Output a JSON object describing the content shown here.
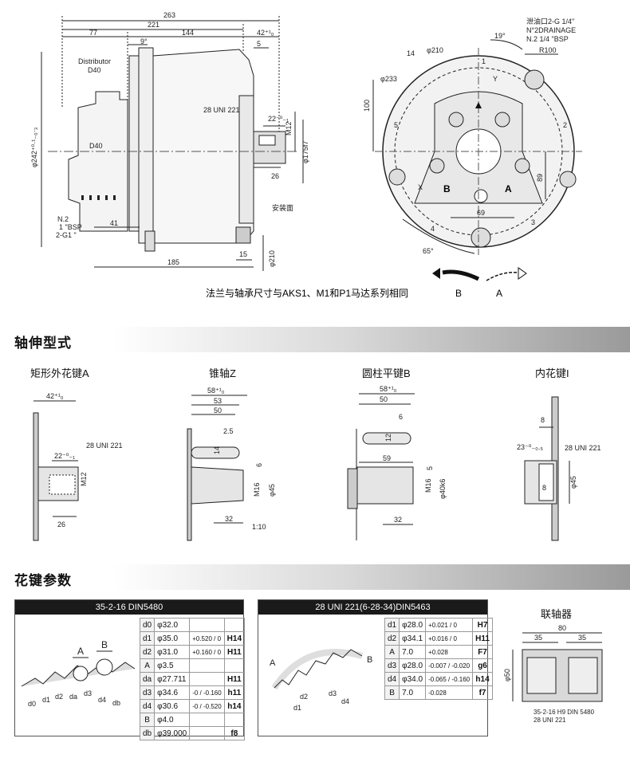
{
  "top_drawing": {
    "dims": {
      "d263": "263",
      "d221": "221",
      "d77": "77",
      "d144": "144",
      "d9": "9°",
      "d42": "42⁺¹₀",
      "d5": "5",
      "distributor": "Distributor",
      "d40a": "D40",
      "uni": "28 UNI 221",
      "d22": "22⁻⁰₋₁",
      "m12": "M12",
      "d26": "26",
      "phi175": "φ175f7",
      "phi242": "φ242⁺⁰·¹₋₀·₃",
      "d40b": "D40",
      "n2": "N.2",
      "bsp1": "1 \"BSP",
      "g1": "2-G1 \"",
      "d41": "41",
      "mount_face": "安装面",
      "d15": "15",
      "d185": "185",
      "phi210v": "φ210"
    },
    "right": {
      "drain1": "泄油口2-G 1/4\"",
      "drain2": "N°2DRAINAGE",
      "drain3": "N.2 1/4 \"BSP",
      "r100": "R100",
      "ang19": "19°",
      "d14": "14",
      "phi210": "φ210",
      "phi233": "φ233",
      "d100": "100",
      "d89": "89",
      "d69": "69",
      "ang65": "65°",
      "n1": "1",
      "n2": "2",
      "n3": "3",
      "n4": "4",
      "n5": "5",
      "x": "X",
      "y": "Y",
      "portB": "B",
      "portA": "A"
    },
    "arrowB": "B",
    "arrowA": "A",
    "caption": "法兰与轴承尺寸与AKS1、M1和P1马达系列相同"
  },
  "shaft_section": {
    "title": "轴伸型式",
    "types": [
      {
        "label": "矩形外花键A"
      },
      {
        "label": "锥轴Z"
      },
      {
        "label": "圆柱平键B"
      },
      {
        "label": "内花键I"
      }
    ],
    "a": {
      "d42": "42⁺¹₀",
      "uni": "28 UNI 221",
      "d22": "22⁻⁰₋₁",
      "m12": "M12",
      "d26": "26"
    },
    "z": {
      "d58": "58⁺¹₀",
      "d53": "53",
      "d50": "50",
      "d25": "2.5",
      "d14": "14",
      "d6": "6",
      "m16": "M16",
      "phi45": "φ45",
      "d32": "32",
      "taper": "1:10"
    },
    "b": {
      "d58": "58⁺¹₀",
      "d50": "50",
      "d6": "6",
      "d12": "12",
      "d59": "59",
      "d5": "5",
      "m16": "M16",
      "phi40": "φ40k6",
      "d32": "32"
    },
    "i": {
      "d8": "8",
      "d23": "23⁻⁰₋₀.₅",
      "uni": "28 UNI 221",
      "d8b": "8",
      "phi45": "φ45"
    }
  },
  "spline_section": {
    "title": "花键参数",
    "din5480": {
      "header": "35-2-16  DIN5480",
      "rows": [
        {
          "k": "d0",
          "v": "φ32.0",
          "t": "",
          "g": ""
        },
        {
          "k": "d1",
          "v": "φ35.0",
          "t": "+0.520 / 0",
          "g": "H14"
        },
        {
          "k": "d2",
          "v": "φ31.0",
          "t": "+0.160 / 0",
          "g": "H11"
        },
        {
          "k": "A",
          "v": "φ3.5",
          "t": "",
          "g": ""
        },
        {
          "k": "da",
          "v": "φ27.711",
          "t": "",
          "g": "H11"
        },
        {
          "k": "d3",
          "v": "φ34.6",
          "t": "-0 / -0.160",
          "g": "h11"
        },
        {
          "k": "d4",
          "v": "φ30.6",
          "t": "-0 / -0.520",
          "g": "h14"
        },
        {
          "k": "B",
          "v": "φ4.0",
          "t": "",
          "g": ""
        },
        {
          "k": "db",
          "v": "φ39.000",
          "t": "",
          "g": "f8"
        }
      ],
      "fig": {
        "A": "A",
        "B": "B",
        "d0": "d0",
        "d1": "d1",
        "d2": "d2",
        "da": "da",
        "d3": "d3",
        "d4": "d4",
        "db": "db"
      }
    },
    "uni221": {
      "header": "28 UNI 221(6-28-34)DIN5463",
      "rows": [
        {
          "k": "d1",
          "v": "φ28.0",
          "t": "+0.021 / 0",
          "g": "H7"
        },
        {
          "k": "d2",
          "v": "φ34.1",
          "t": "+0.016 / 0",
          "g": "H11"
        },
        {
          "k": "A",
          "v": "7.0",
          "t": "+0.028",
          "g": "F7"
        },
        {
          "k": "d3",
          "v": "φ28.0",
          "t": "-0.007 / -0.020",
          "g": "g6"
        },
        {
          "k": "d4",
          "v": "φ34.0",
          "t": "-0.065 / -0.160",
          "g": "h14"
        },
        {
          "k": "B",
          "v": "7.0",
          "t": "-0.028",
          "g": "f7"
        }
      ],
      "fig": {
        "A": "A",
        "B": "B",
        "d1": "d1",
        "d2": "d2",
        "d3": "d3",
        "d4": "d4"
      }
    },
    "coupler": {
      "title": "联轴器",
      "d80": "80",
      "d35a": "35",
      "d35b": "35",
      "phi50": "φ50",
      "note1": "35-2-16 H9 DIN 5480",
      "note2": "28 UNI 221"
    }
  }
}
